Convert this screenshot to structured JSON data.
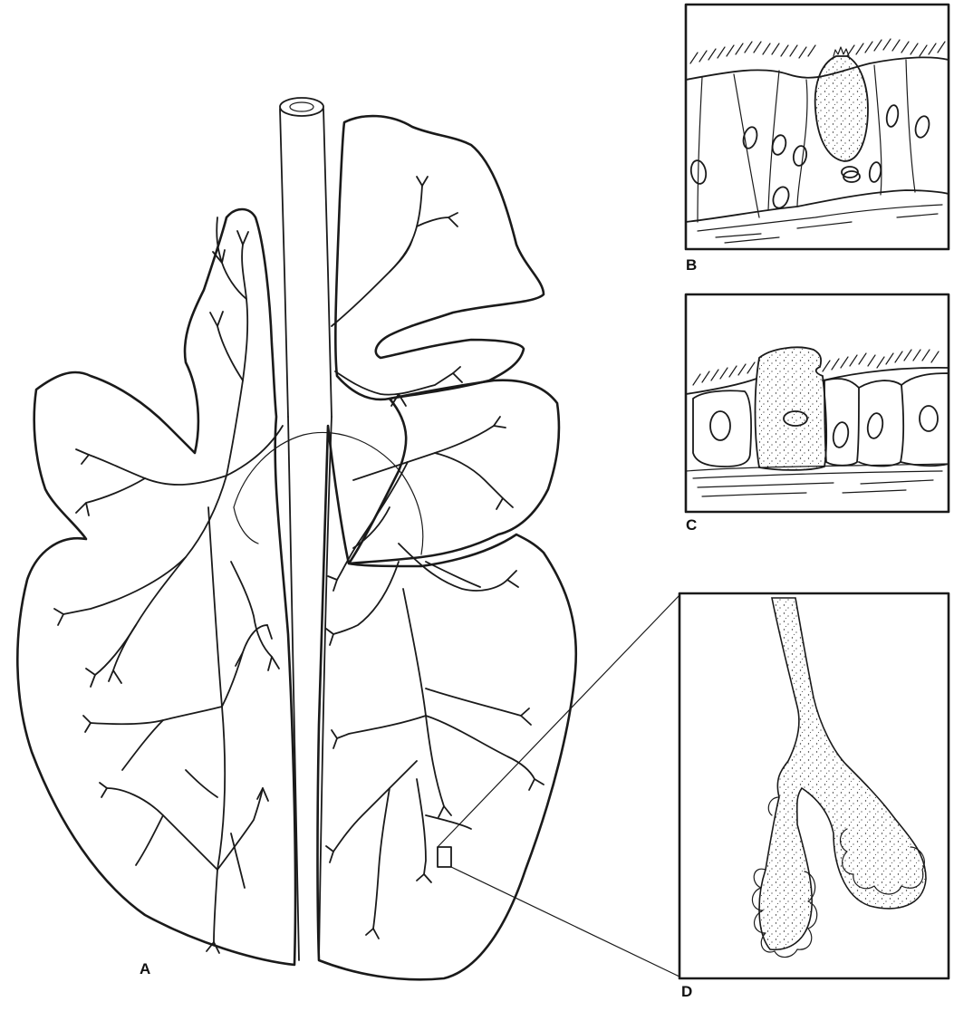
{
  "labels": {
    "a": "A",
    "b": "B",
    "c": "C",
    "d": "D"
  },
  "colors": {
    "ink": "#1a1a1a",
    "background": "#ffffff",
    "stipple": "#2a2a2a"
  }
}
